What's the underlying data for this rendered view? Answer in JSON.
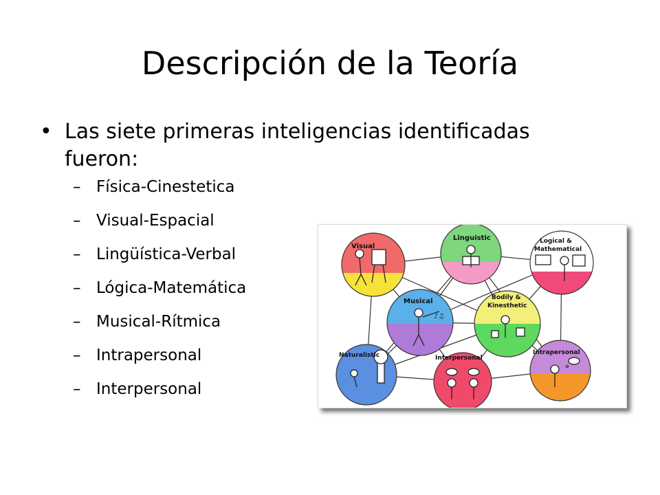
{
  "slide": {
    "title": "Descripción de la Teoría",
    "bullet": "Las siete primeras inteligencias identificadas fueron:",
    "bullet_marker": "•",
    "sub_marker": "–",
    "items": [
      "Física-Cinestetica",
      "Visual-Espacial",
      "Lingüística-Verbal",
      "Lógica-Matemática",
      "Musical-Rítmica",
      "Intrapersonal",
      "Interpersonal"
    ]
  },
  "diagram": {
    "nodes": {
      "visual": {
        "label": "Visual",
        "top_color": "#f06a6a",
        "bottom_color": "#f7e23a"
      },
      "linguistic": {
        "label": "Linguistic",
        "top_color": "#7ed67e",
        "bottom_color": "#f49ac6"
      },
      "logical": {
        "label_line1": "Logical &",
        "label_line2": "Mathematical",
        "top_color": "#ffffff",
        "bottom_color": "#f04a7a"
      },
      "musical": {
        "label": "Musical",
        "top_color": "#5bb0ea",
        "bottom_color": "#b07ad8"
      },
      "bodily": {
        "label_line1": "Bodily &",
        "label_line2": "Kinesthetic",
        "top_color": "#f2ef7a",
        "bottom_color": "#5ed85e"
      },
      "naturalistic": {
        "label": "Naturalistic",
        "top_color": "#5b8fe0",
        "bottom_color": "#5b8fe0"
      },
      "interpersonal": {
        "label": "Interpersonal",
        "top_color": "#f04a6a",
        "bottom_color": "#f04a6a"
      },
      "intrapersonal": {
        "label": "Intrapersonal",
        "top_color": "#c58ad8",
        "bottom_color": "#f4962a"
      }
    }
  }
}
